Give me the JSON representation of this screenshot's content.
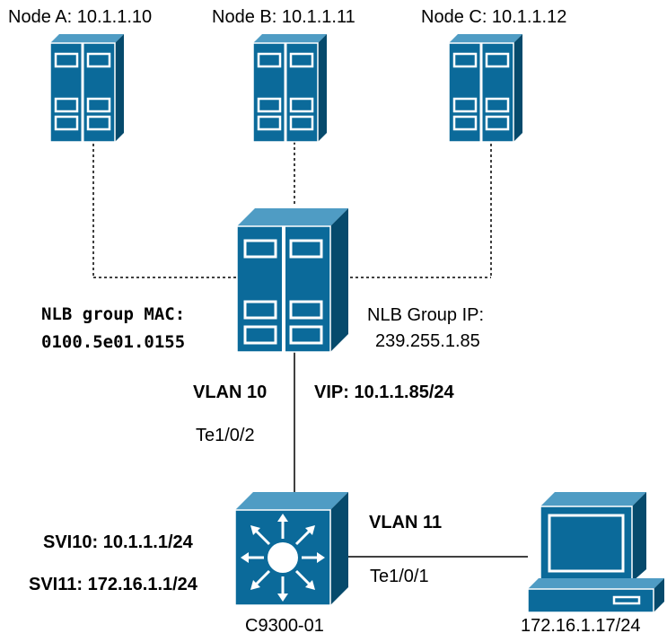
{
  "nodes": [
    {
      "label": "Node A: 10.1.1.10"
    },
    {
      "label": "Node B: 10.1.1.11"
    },
    {
      "label": "Node C: 10.1.1.12"
    }
  ],
  "nlb": {
    "mac_label": "NLB group MAC:",
    "mac_value": "0100.5e01.0155",
    "ip_label": "NLB Group IP:",
    "ip_value": "239.255.1.85",
    "vip": "VIP: 10.1.1.85/24"
  },
  "uplink": {
    "vlan": "VLAN 10",
    "port": "Te1/0/2"
  },
  "switch": {
    "name": "C9300-01",
    "svi10": "SVI10: 10.1.1.1/24",
    "svi11": "SVI11: 172.16.1.1/24"
  },
  "host_link": {
    "vlan": "VLAN 11",
    "port": "Te1/0/1"
  },
  "host": {
    "ip": "172.16.1.17/24"
  },
  "colors": {
    "device_front": "#0b6a9a",
    "device_side": "#064a6c",
    "device_top": "#4f9cc4",
    "device_slot": "#ffffff",
    "link": "#000000"
  },
  "icons": {
    "server": "server-tower-icon",
    "switch": "layer3-switch-icon",
    "host": "workstation-icon"
  }
}
